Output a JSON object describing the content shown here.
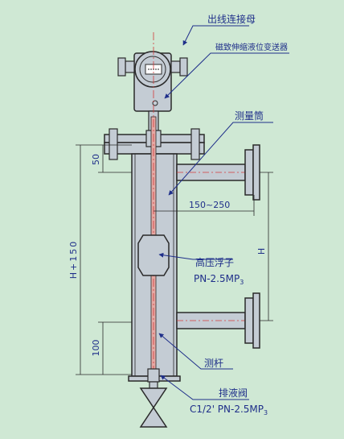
{
  "diagram": {
    "colors": {
      "background": "#cfe8d4",
      "body_fill": "#c4ccd4",
      "outline": "#2a2a2a",
      "rod": "#e4a9a4",
      "leader": "#1f2f8a",
      "label": "#1f2f8a",
      "centerline": "#d23a3a"
    },
    "labels": {
      "outlet_nut": "出线连接母",
      "transmitter": "磁致伸缩液位变送器",
      "measuring_tube": "测量筒",
      "high_pressure_float": "高压浮子",
      "float_pressure": "PN-2.5MP",
      "float_pressure_sub": "3",
      "rod": "测杆",
      "drain_valve": "排液阀",
      "drain_spec": "C1/2' PN-2.5MP",
      "drain_spec_sub": "3"
    },
    "dimensions": {
      "top_offset": "50",
      "nozzle_length": "150~250",
      "total_height": "H+150",
      "nozzle_spacing": "H",
      "bottom_offset": "100"
    }
  }
}
